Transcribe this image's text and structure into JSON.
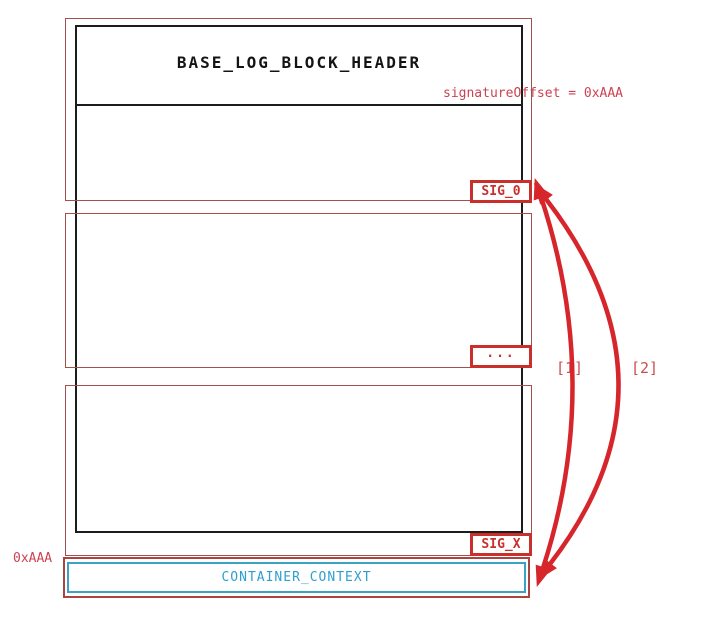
{
  "diagram": {
    "title": "BASE_LOG_BLOCK_HEADER",
    "signature_offset_label": "signatureOffset = 0xAAA",
    "sig_first_label": "SIG_0",
    "sig_ellipsis_label": "...",
    "sig_last_label": "SIG_X",
    "offset_left_label": "0xAAA",
    "container_label": "CONTAINER_CONTEXT",
    "arrow1_label": "[1]",
    "arrow2_label": "[2]"
  },
  "colors": {
    "thin_box_red": "#a3504d",
    "label_chip_red": "#c9302c",
    "annotation_red": "#cc4250",
    "arrow_red": "#d6262c",
    "cyan_border": "#3aa3c4",
    "cyan_text": "#2d9fd0",
    "black_structure": "#1c1c1c"
  }
}
